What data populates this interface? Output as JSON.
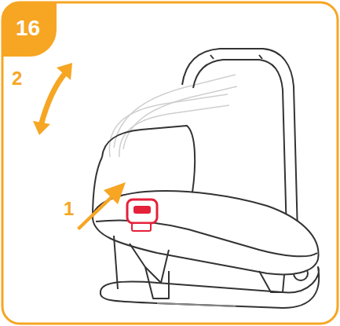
{
  "diagram": {
    "labels": [
      "16",
      "2",
      "1"
    ]
  }
}
